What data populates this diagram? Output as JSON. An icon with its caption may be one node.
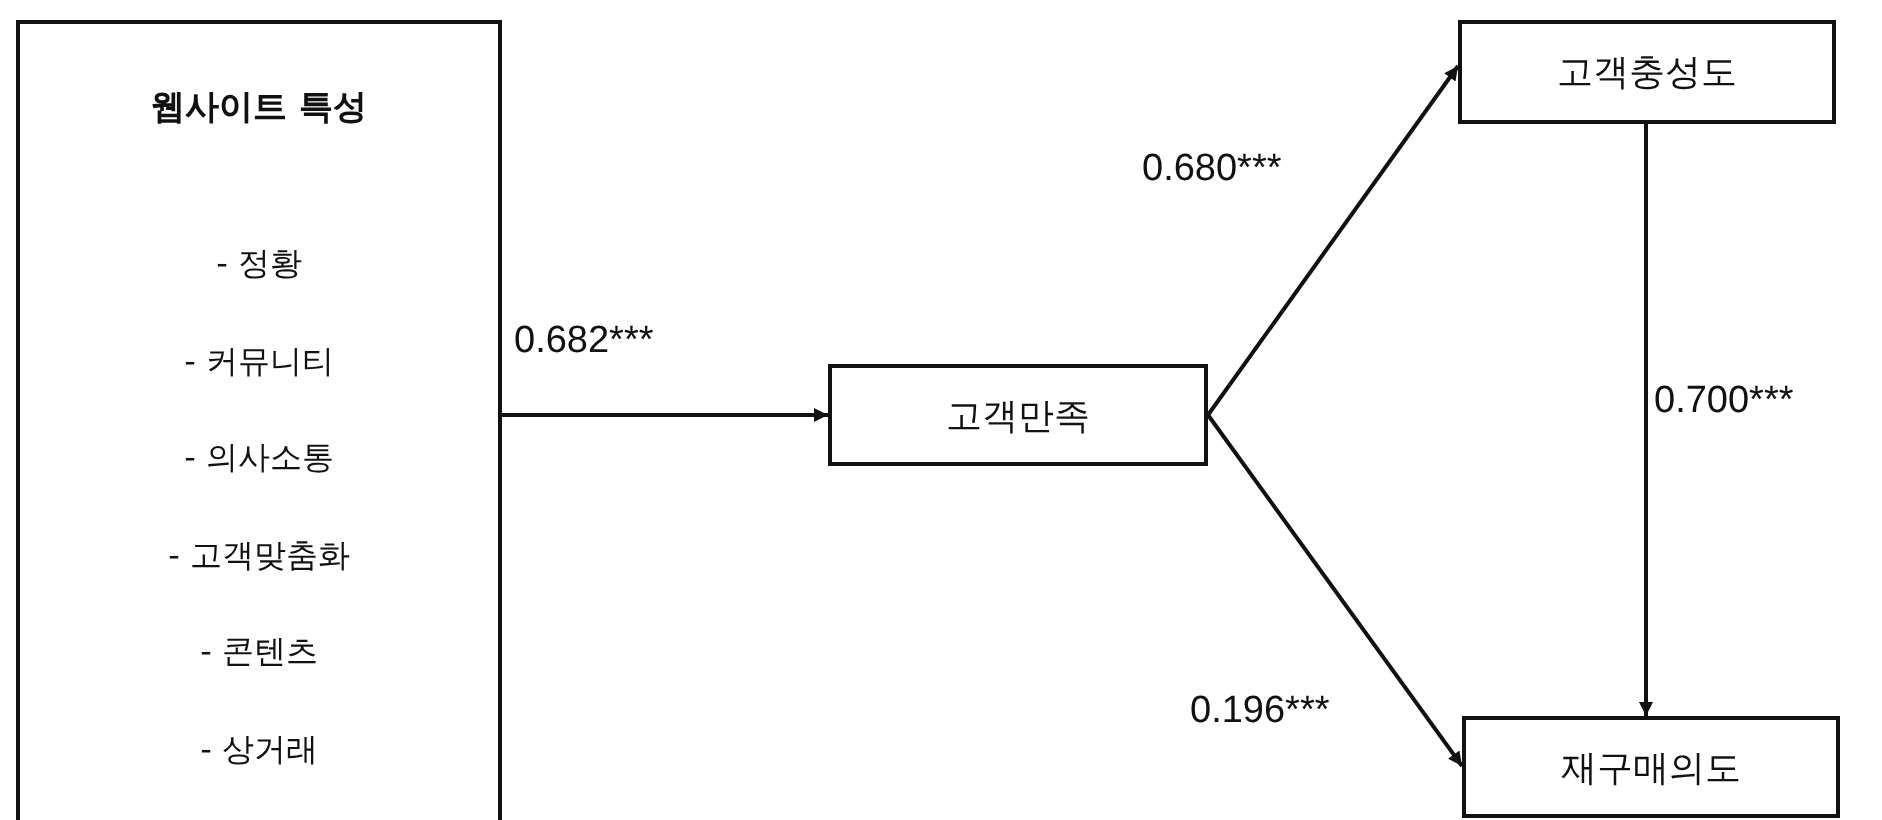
{
  "diagram": {
    "nodes": [
      {
        "text": [
          "웹사이트 특성",
          "- 정황",
          "- 커뮤니티",
          "- 의사소통",
          "- 고객맞춤화",
          "- 콘텐츠",
          "- 상거래"
        ]
      },
      {
        "text": [
          "고객만족"
        ]
      },
      {
        "text": [
          "고객충성도"
        ]
      },
      {
        "text": [
          "재구매의도"
        ]
      }
    ],
    "edges": [
      {
        "from": 0,
        "to": 1,
        "arrow": "to",
        "label": "0.682***"
      },
      {
        "from": 1,
        "to": 2,
        "arrow": "to",
        "label": "0.680***"
      },
      {
        "from": 2,
        "to": 3,
        "arrow": "to",
        "label": "0.700***"
      },
      {
        "from": 1,
        "to": 3,
        "arrow": "to",
        "label": "0.196***"
      }
    ]
  }
}
